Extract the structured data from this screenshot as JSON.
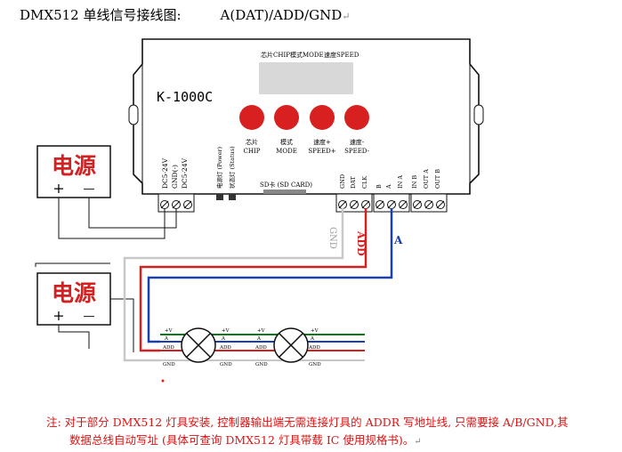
{
  "header": {
    "title_left": "DMX512 单线信号接线图:",
    "title_right": "A(DAT)/ADD/GND",
    "return_mark": "↵"
  },
  "controller": {
    "model": "K-1000C",
    "display_labels": [
      "芯片CHIP",
      "模式MODE",
      "速度SPEED"
    ],
    "buttons": [
      {
        "cn": "芯片",
        "en": "CHIP"
      },
      {
        "cn": "模式",
        "en": "MODE"
      },
      {
        "cn": "速度+",
        "en": "SPEED+"
      },
      {
        "cn": "速度-",
        "en": "SPEED-"
      }
    ],
    "power_terminals": [
      "DC5-24V",
      "GND(-)",
      "DC5-24V"
    ],
    "indicators": [
      "电源灯 (Power)",
      "状态灯 (Status)"
    ],
    "sd_label": "SD卡 (SD CARD)",
    "signal_terminals": [
      "GND",
      "DAT",
      "CLK",
      "B",
      "A",
      "IN A",
      "IN B",
      "OUT A",
      "OUT B"
    ]
  },
  "power_supplies": [
    {
      "label": "电源",
      "plus": "+",
      "minus": "—"
    },
    {
      "label": "电源",
      "plus": "+",
      "minus": "—"
    }
  ],
  "wires": {
    "gnd": "GND",
    "add": "ADD",
    "a": "A"
  },
  "lamp_labels": {
    "plus": "+V",
    "a": "A",
    "add": "ADD",
    "gnd": "GND"
  },
  "colors": {
    "red": "#d42020",
    "blue": "#1a3fb0",
    "gray": "#c8c8c8",
    "green": "#0a7a1a",
    "note": "#dd1111"
  },
  "note": {
    "line1": "注: 对于部分 DMX512 灯具安装, 控制器输出端无需连接灯具的 ADDR 写地址线, 只需要接 A/B/GND,其",
    "line2": "数据总线自动写址 (具体可查询 DMX512 灯具带载 IC 使用规格书)。"
  }
}
